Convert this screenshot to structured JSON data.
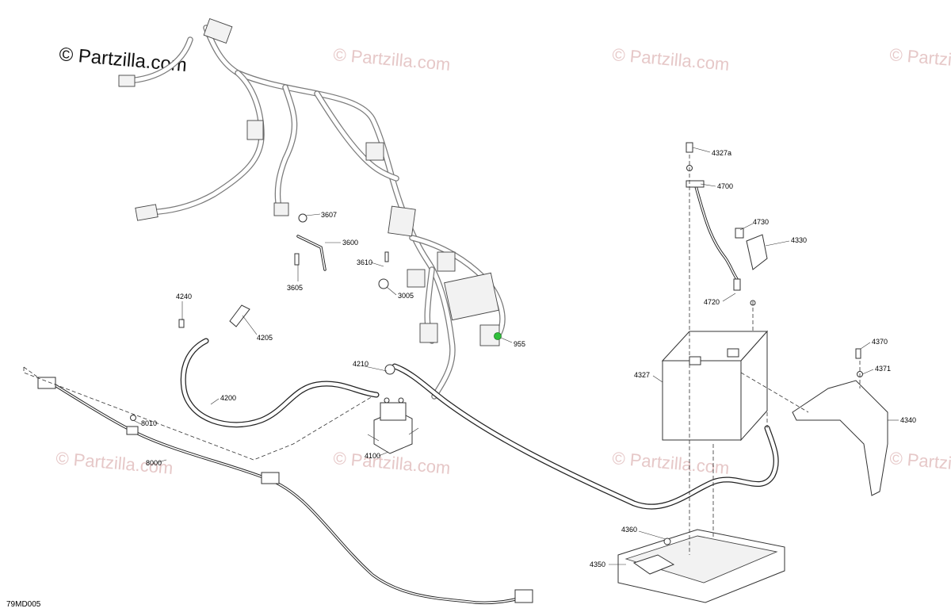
{
  "watermarks": {
    "main": "© Partzilla.com",
    "repeat": "© Partzilla.com"
  },
  "diagram_code": "79MD005",
  "callouts": {
    "c3607": "3607",
    "c3600": "3600",
    "c3610": "3610",
    "c3605": "3605",
    "c3005": "3005",
    "c4240": "4240",
    "c4205": "4205",
    "c955": "955",
    "c4210": "4210",
    "c4200": "4200",
    "c4100": "4100",
    "c8010": "8010",
    "c8000": "8000",
    "c4327a": "4327a",
    "c4700": "4700",
    "c4730": "4730",
    "c4330": "4330",
    "c4720": "4720",
    "c4327": "4327",
    "c4370": "4370",
    "c4371": "4371",
    "c4340": "4340",
    "c4360": "4360",
    "c4350": "4350"
  },
  "colors": {
    "watermark": "#e6c8c8",
    "highlight": "#2fbf3a",
    "line": "#333333"
  }
}
